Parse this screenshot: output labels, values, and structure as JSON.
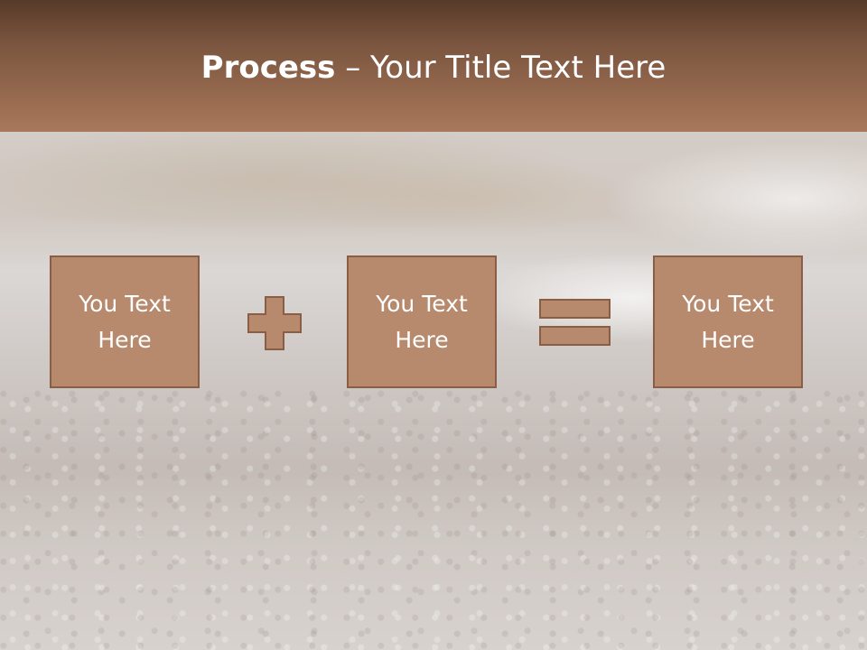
{
  "title": {
    "bold": "Process",
    "separator": " – ",
    "rest": "Your Title Text Here"
  },
  "boxes": [
    {
      "line1": "You Text",
      "line2": "Here"
    },
    {
      "line1": "You Text",
      "line2": "Here"
    },
    {
      "line1": "You Text",
      "line2": "Here"
    }
  ],
  "operators": [
    "plus-icon",
    "equals-icon"
  ],
  "colors": {
    "header_top": "#573a28",
    "header_bottom": "#a9785a",
    "box_fill": "#b7896d",
    "box_border": "#8a5d45",
    "text": "#ffffff"
  }
}
